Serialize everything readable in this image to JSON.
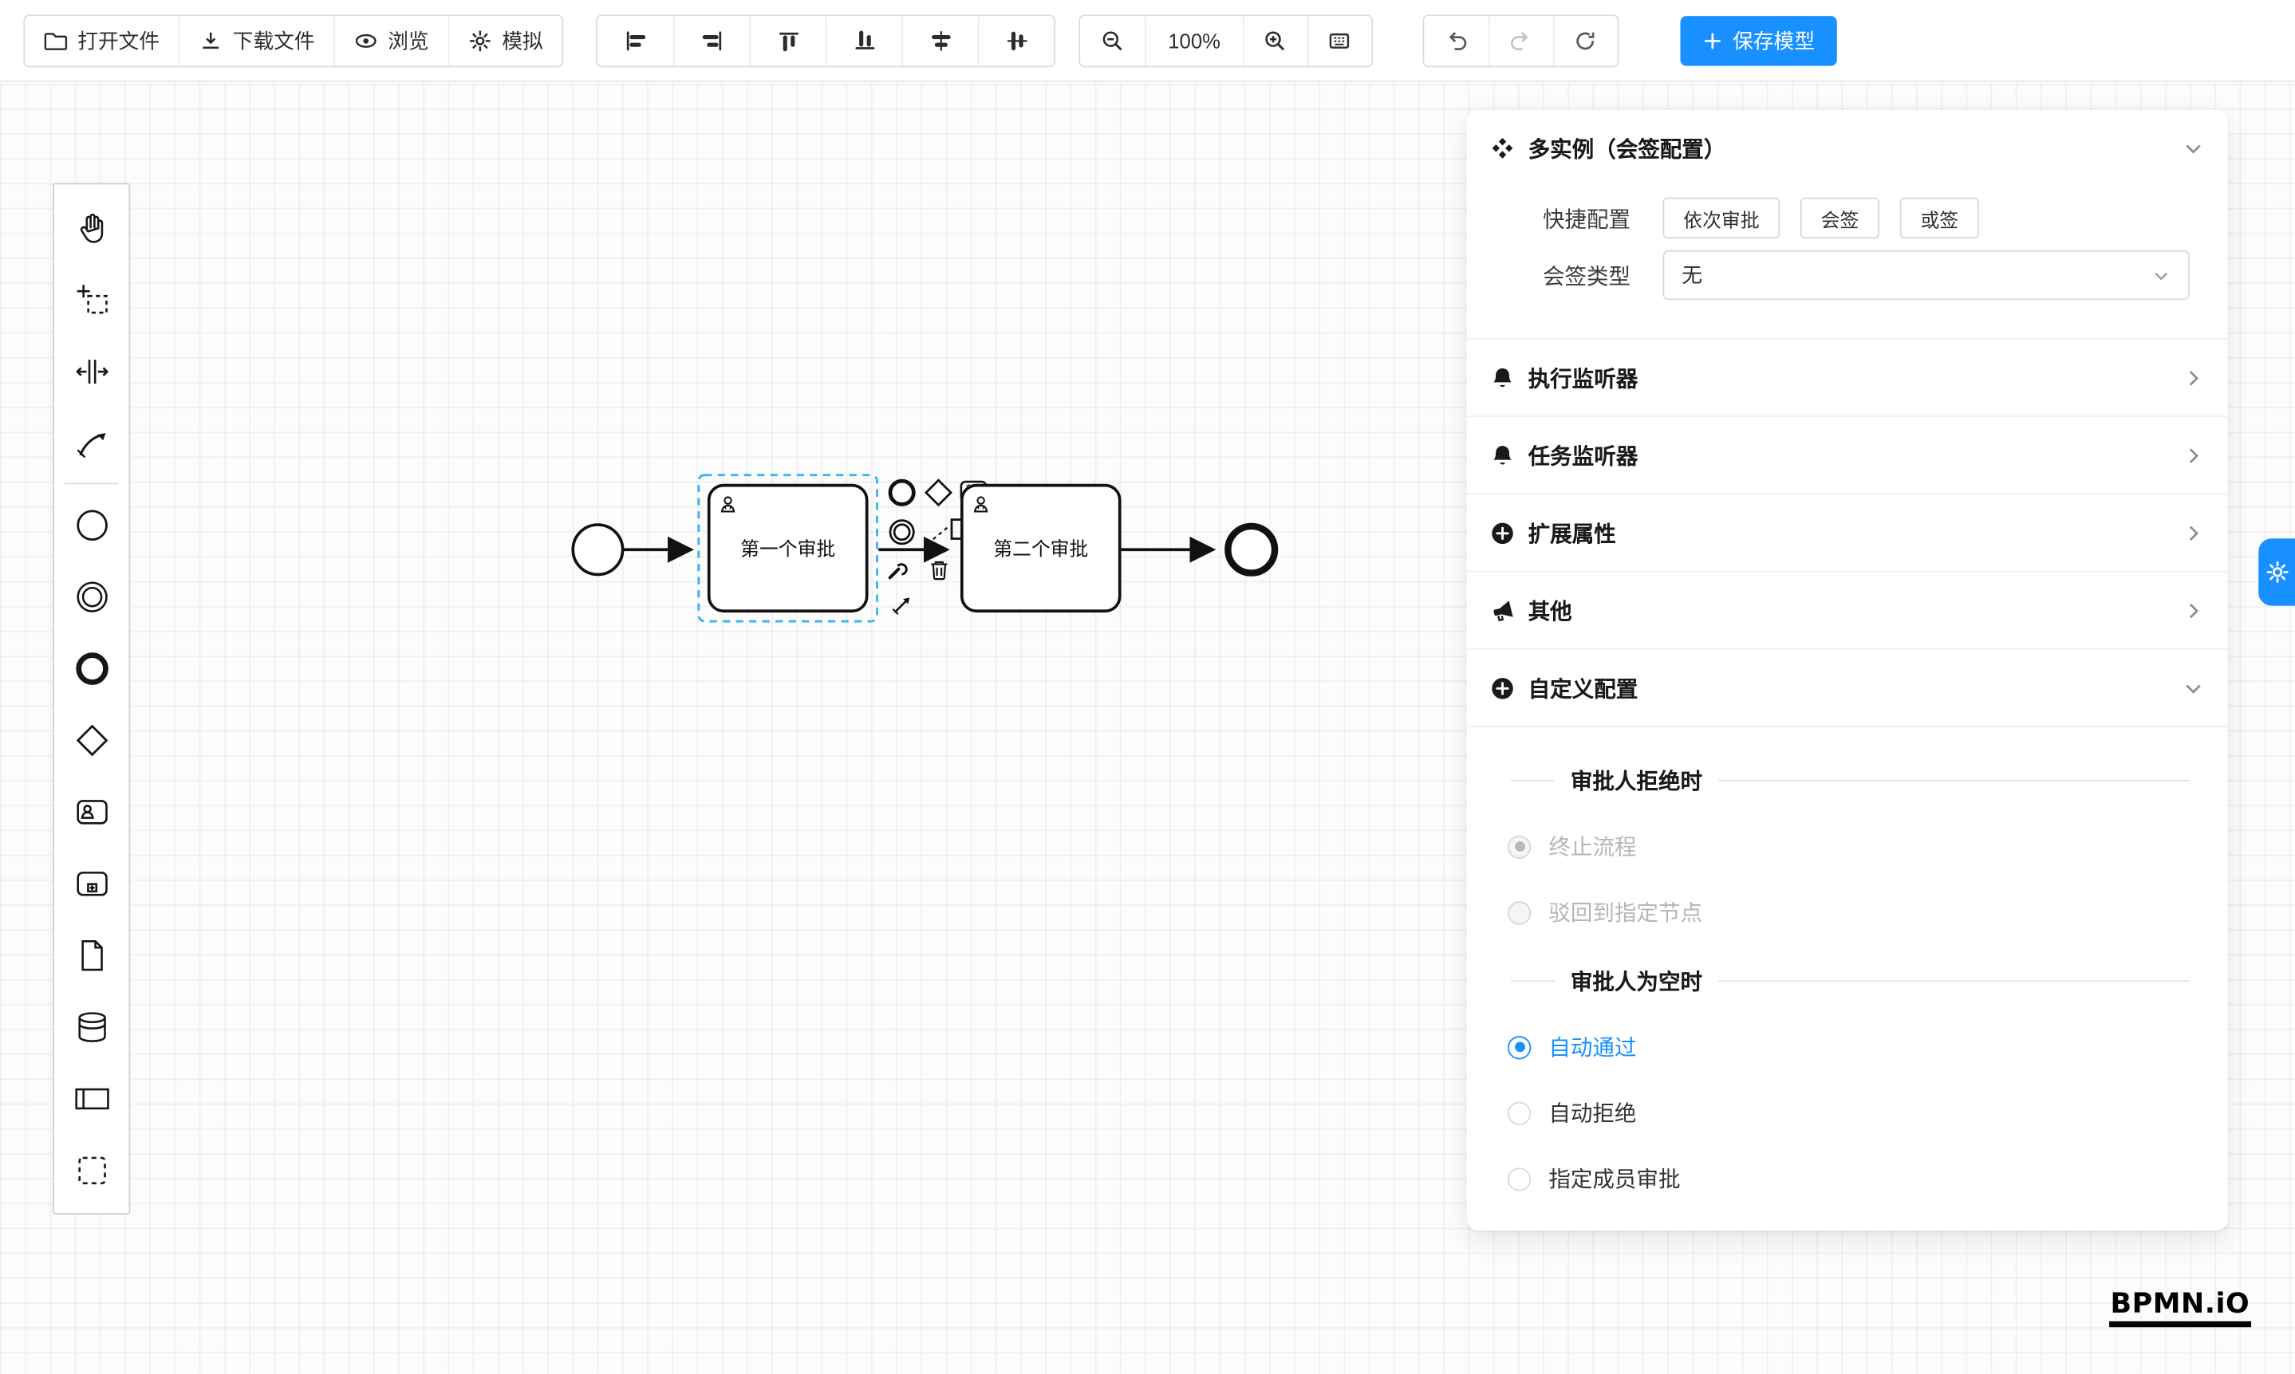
{
  "toolbar": {
    "open_label": "打开文件",
    "download_label": "下载文件",
    "preview_label": "浏览",
    "simulate_label": "模拟",
    "zoom_level": "100%",
    "save_label": "保存模型"
  },
  "panel": {
    "title": "多实例（会签配置）",
    "quick_config": {
      "label": "快捷配置",
      "options": [
        "依次审批",
        "会签",
        "或签"
      ]
    },
    "type_select": {
      "label": "会签类型",
      "value": "无"
    },
    "sections": [
      {
        "icon": "bell-icon",
        "label": "执行监听器"
      },
      {
        "icon": "bell-icon",
        "label": "任务监听器"
      },
      {
        "icon": "plus-circle-icon",
        "label": "扩展属性"
      },
      {
        "icon": "megaphone-icon",
        "label": "其他"
      },
      {
        "icon": "plus-circle-icon",
        "label": "自定义配置"
      }
    ],
    "custom_config": {
      "reject_group": {
        "title": "审批人拒绝时",
        "options": [
          {
            "label": "终止流程",
            "checked": true,
            "disabled": true
          },
          {
            "label": "驳回到指定节点",
            "checked": false,
            "disabled": true
          }
        ]
      },
      "empty_group": {
        "title": "审批人为空时",
        "options": [
          {
            "label": "自动通过",
            "checked": true,
            "disabled": false
          },
          {
            "label": "自动拒绝",
            "checked": false,
            "disabled": false
          },
          {
            "label": "指定成员审批",
            "checked": false,
            "disabled": false
          }
        ]
      }
    }
  },
  "diagram": {
    "task1_label": "第一个审批",
    "task2_label": "第二个审批"
  },
  "logo_text": "BPMN.iO",
  "colors": {
    "primary": "#1890ff",
    "selection": "#30b3ef"
  },
  "icons": {
    "toolbar": [
      "folder-open-icon",
      "download-icon",
      "eye-icon",
      "gear-icon",
      "align-left-icon",
      "align-right-icon",
      "align-top-icon",
      "align-bottom-icon",
      "align-center-horizontal-icon",
      "align-center-vertical-icon",
      "zoom-out-icon",
      "zoom-in-icon",
      "minimap-icon",
      "undo-icon",
      "redo-icon",
      "refresh-icon",
      "plus-icon"
    ],
    "palette": [
      "hand-tool-icon",
      "lasso-tool-icon",
      "space-tool-icon",
      "global-connect-icon",
      "start-event-icon",
      "intermediate-event-icon",
      "end-event-icon",
      "gateway-icon",
      "user-task-icon",
      "subprocess-icon",
      "document-icon",
      "data-store-icon",
      "participant-icon",
      "group-icon"
    ],
    "panel": [
      "multi-instance-icon",
      "bell-icon",
      "plus-circle-icon",
      "megaphone-icon",
      "chevron-down-icon",
      "chevron-right-icon",
      "gear-icon"
    ]
  }
}
